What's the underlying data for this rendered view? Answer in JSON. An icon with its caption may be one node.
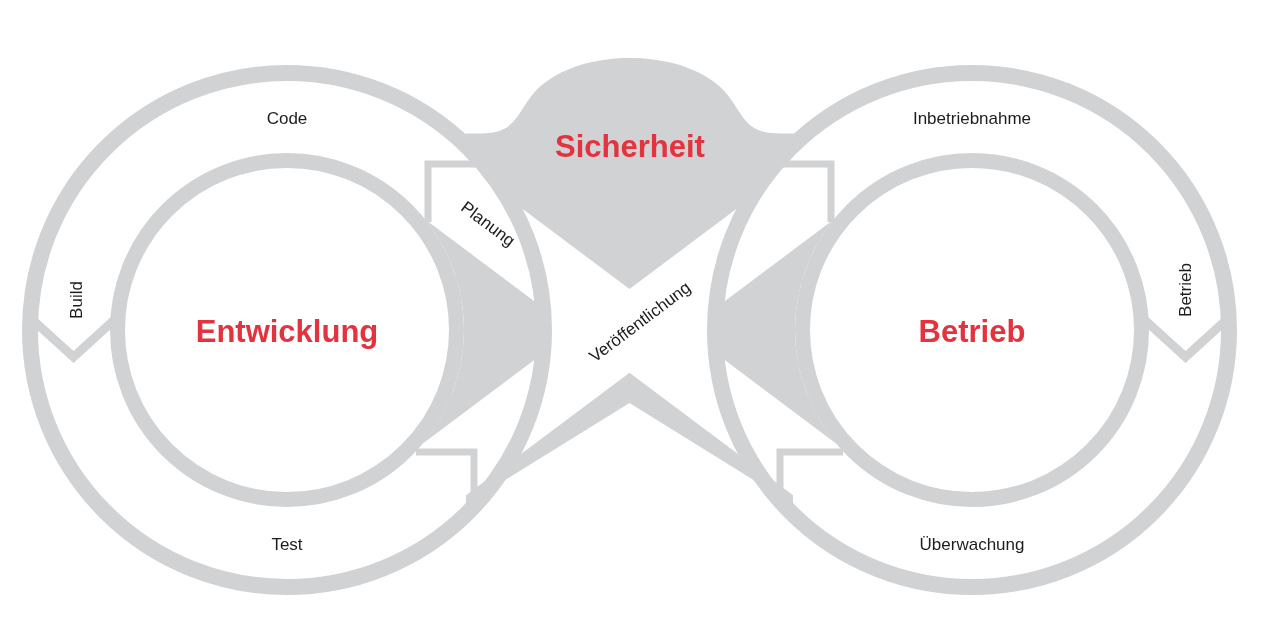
{
  "diagram": {
    "nodes": [
      {
        "text": [
          "Sicherheit"
        ]
      },
      {
        "text": [
          "Entwicklung"
        ]
      },
      {
        "text": [
          "Betrieb"
        ]
      }
    ],
    "labels": [
      "Code",
      "Inbetriebnahme",
      "Planung",
      "Build",
      "Veröffentlichung",
      "Betrieb",
      "Test",
      "Überwachung"
    ]
  }
}
